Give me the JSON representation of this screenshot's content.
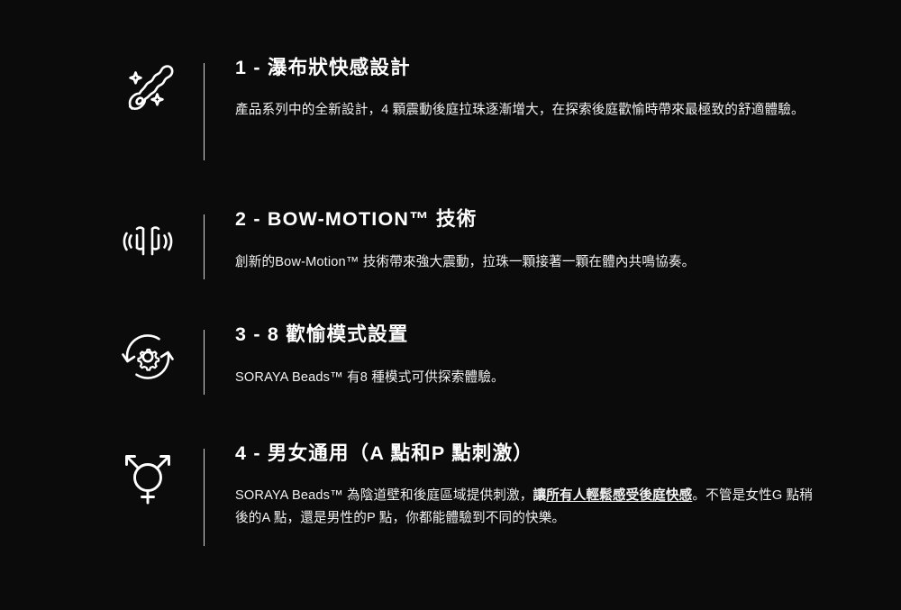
{
  "page": {
    "background_color": "#0b0b0b",
    "text_color": "#ffffff",
    "divider_color": "#d8d8d8"
  },
  "features": [
    {
      "icon": "anal-beads-sparkle-icon",
      "title": "1 - 瀑布狀快感設計",
      "description_parts": [
        {
          "text": "產品系列中的全新設計，4 顆震動後庭拉珠逐漸增大，在探索後庭歡愉時帶來最極致的舒適體驗。",
          "style": "normal"
        }
      ]
    },
    {
      "icon": "vibration-wave-icon",
      "title": "2 - BOW-MOTION™ 技術",
      "description_parts": [
        {
          "text": "創新的Bow-Motion™ 技術帶來強大震動，拉珠一顆接著一顆在體內共鳴協奏。",
          "style": "normal"
        }
      ]
    },
    {
      "icon": "gear-cycle-icon",
      "title": "3 - 8 歡愉模式設置",
      "description_parts": [
        {
          "text": "SORAYA Beads™ 有8 種模式可供探索體驗。",
          "style": "normal"
        }
      ]
    },
    {
      "icon": "transgender-symbol-icon",
      "title": "4 - 男女通用（A 點和P 點刺激）",
      "description_parts": [
        {
          "text": "SORAYA Beads™ 為陰道壁和後庭區域提供刺激，",
          "style": "normal"
        },
        {
          "text": "讓",
          "style": "bold"
        },
        {
          "text": "所有人輕鬆感受後庭快感",
          "style": "bold-underline"
        },
        {
          "text": "。不管是女性G 點稍後的A 點，還是男性的P 點，你都能體驗到不同的快樂。",
          "style": "normal"
        }
      ]
    }
  ]
}
